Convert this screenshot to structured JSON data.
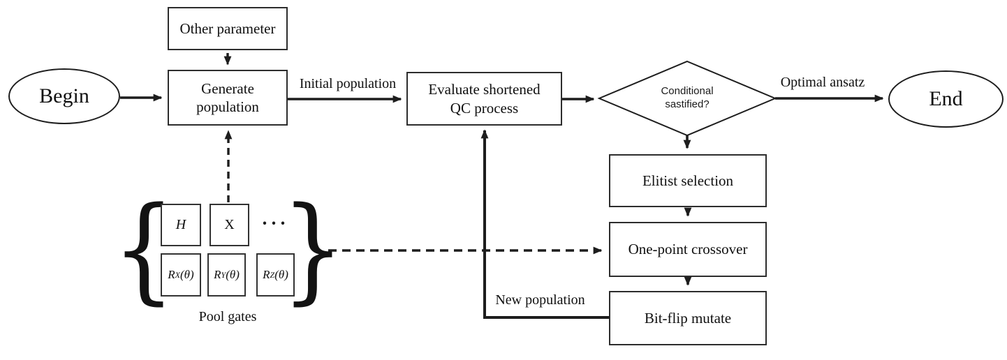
{
  "canvas": {
    "background": "#ffffff",
    "line_color": "#1d1d1d",
    "box_border_color": "#2d2d2d"
  },
  "nodes": {
    "begin": "Begin",
    "other_parameter": "Other parameter",
    "generate_population": "Generate population",
    "evaluate_qc": "Evaluate shortened QC process",
    "decision": "Conditional sastified?",
    "elitist_selection": "Elitist selection",
    "one_point_crossover": "One-point crossover",
    "bit_flip_mutate": "Bit-flip mutate",
    "end": "End"
  },
  "edge_labels": {
    "initial_population": "Initial population",
    "optimal_ansatz": "Optimal ansatz",
    "new_population": "New population"
  },
  "pool": {
    "caption": "Pool gates",
    "left_brace": "{",
    "right_brace": "}",
    "ellipsis": "···",
    "gates": [
      {
        "base": "H",
        "sub": "",
        "arg": ""
      },
      {
        "base": "X",
        "sub": "",
        "arg": ""
      },
      {
        "base": "R",
        "sub": "X",
        "arg": "(θ)"
      },
      {
        "base": "R",
        "sub": "Y",
        "arg": "(θ)"
      },
      {
        "base": "R",
        "sub": "Z",
        "arg": "(θ)"
      }
    ]
  }
}
